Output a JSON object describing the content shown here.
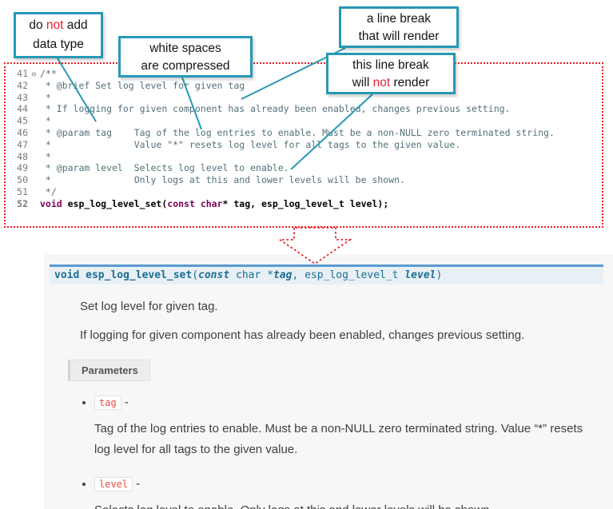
{
  "callouts": {
    "no_datatype": {
      "pre": "do ",
      "em": "not",
      "post": " add",
      "line2": "data type"
    },
    "whitespace": {
      "line1": "white spaces",
      "line2": "are compressed"
    },
    "break_render": {
      "line1": "a line break",
      "line2": "that will render"
    },
    "break_norender": {
      "line1": "this line break",
      "pre2": "will ",
      "em2": "not",
      "post2": " render"
    }
  },
  "code": {
    "lines": [
      {
        "num": "41",
        "fold": "⊖",
        "text": "/**"
      },
      {
        "num": "42",
        "text": " * @brief Set log level for given tag"
      },
      {
        "num": "43",
        "text": " *"
      },
      {
        "num": "44",
        "text": " * If logging for given component has already been enabled, changes previous setting."
      },
      {
        "num": "45",
        "text": " *"
      },
      {
        "num": "46",
        "text": " * @param tag    Tag of the log entries to enable. Must be a non-NULL zero terminated string."
      },
      {
        "num": "47",
        "text": " *               Value \"*\" resets log level for all tags to the given value."
      },
      {
        "num": "48",
        "text": " *"
      },
      {
        "num": "49",
        "text": " * @param level  Selects log level to enable."
      },
      {
        "num": "50",
        "text": " *               Only logs at this and lower levels will be shown."
      },
      {
        "num": "51",
        "text": " */"
      }
    ],
    "line52": {
      "num": "52",
      "kw_void": "void",
      "fn": " esp_log_level_set(",
      "kw_const": "const",
      "sp": " ",
      "kw_char": "char",
      "rest": "* tag, esp_log_level_t level);"
    }
  },
  "doc": {
    "signature": {
      "kw_void": "void",
      "name": " esp_log_level_set",
      "open": "(",
      "kw_const": "const",
      "type1": " char *",
      "arg1": "tag",
      "comma": ", ",
      "type2": "esp_log_level_t ",
      "arg2": "level",
      "close": ")"
    },
    "p1": "Set log level for given tag.",
    "p2": "If logging for given component has already been enabled, changes previous setting.",
    "params_label": "Parameters",
    "items": [
      {
        "code": "tag",
        "dash": " -",
        "desc": "Tag of the log entries to enable. Must be a non-NULL zero terminated string. Value “*” resets log level for all tags to the given value."
      },
      {
        "code": "level",
        "dash": " -",
        "desc": "Selects log level to enable. Only logs at this and lower levels will be shown."
      }
    ]
  }
}
